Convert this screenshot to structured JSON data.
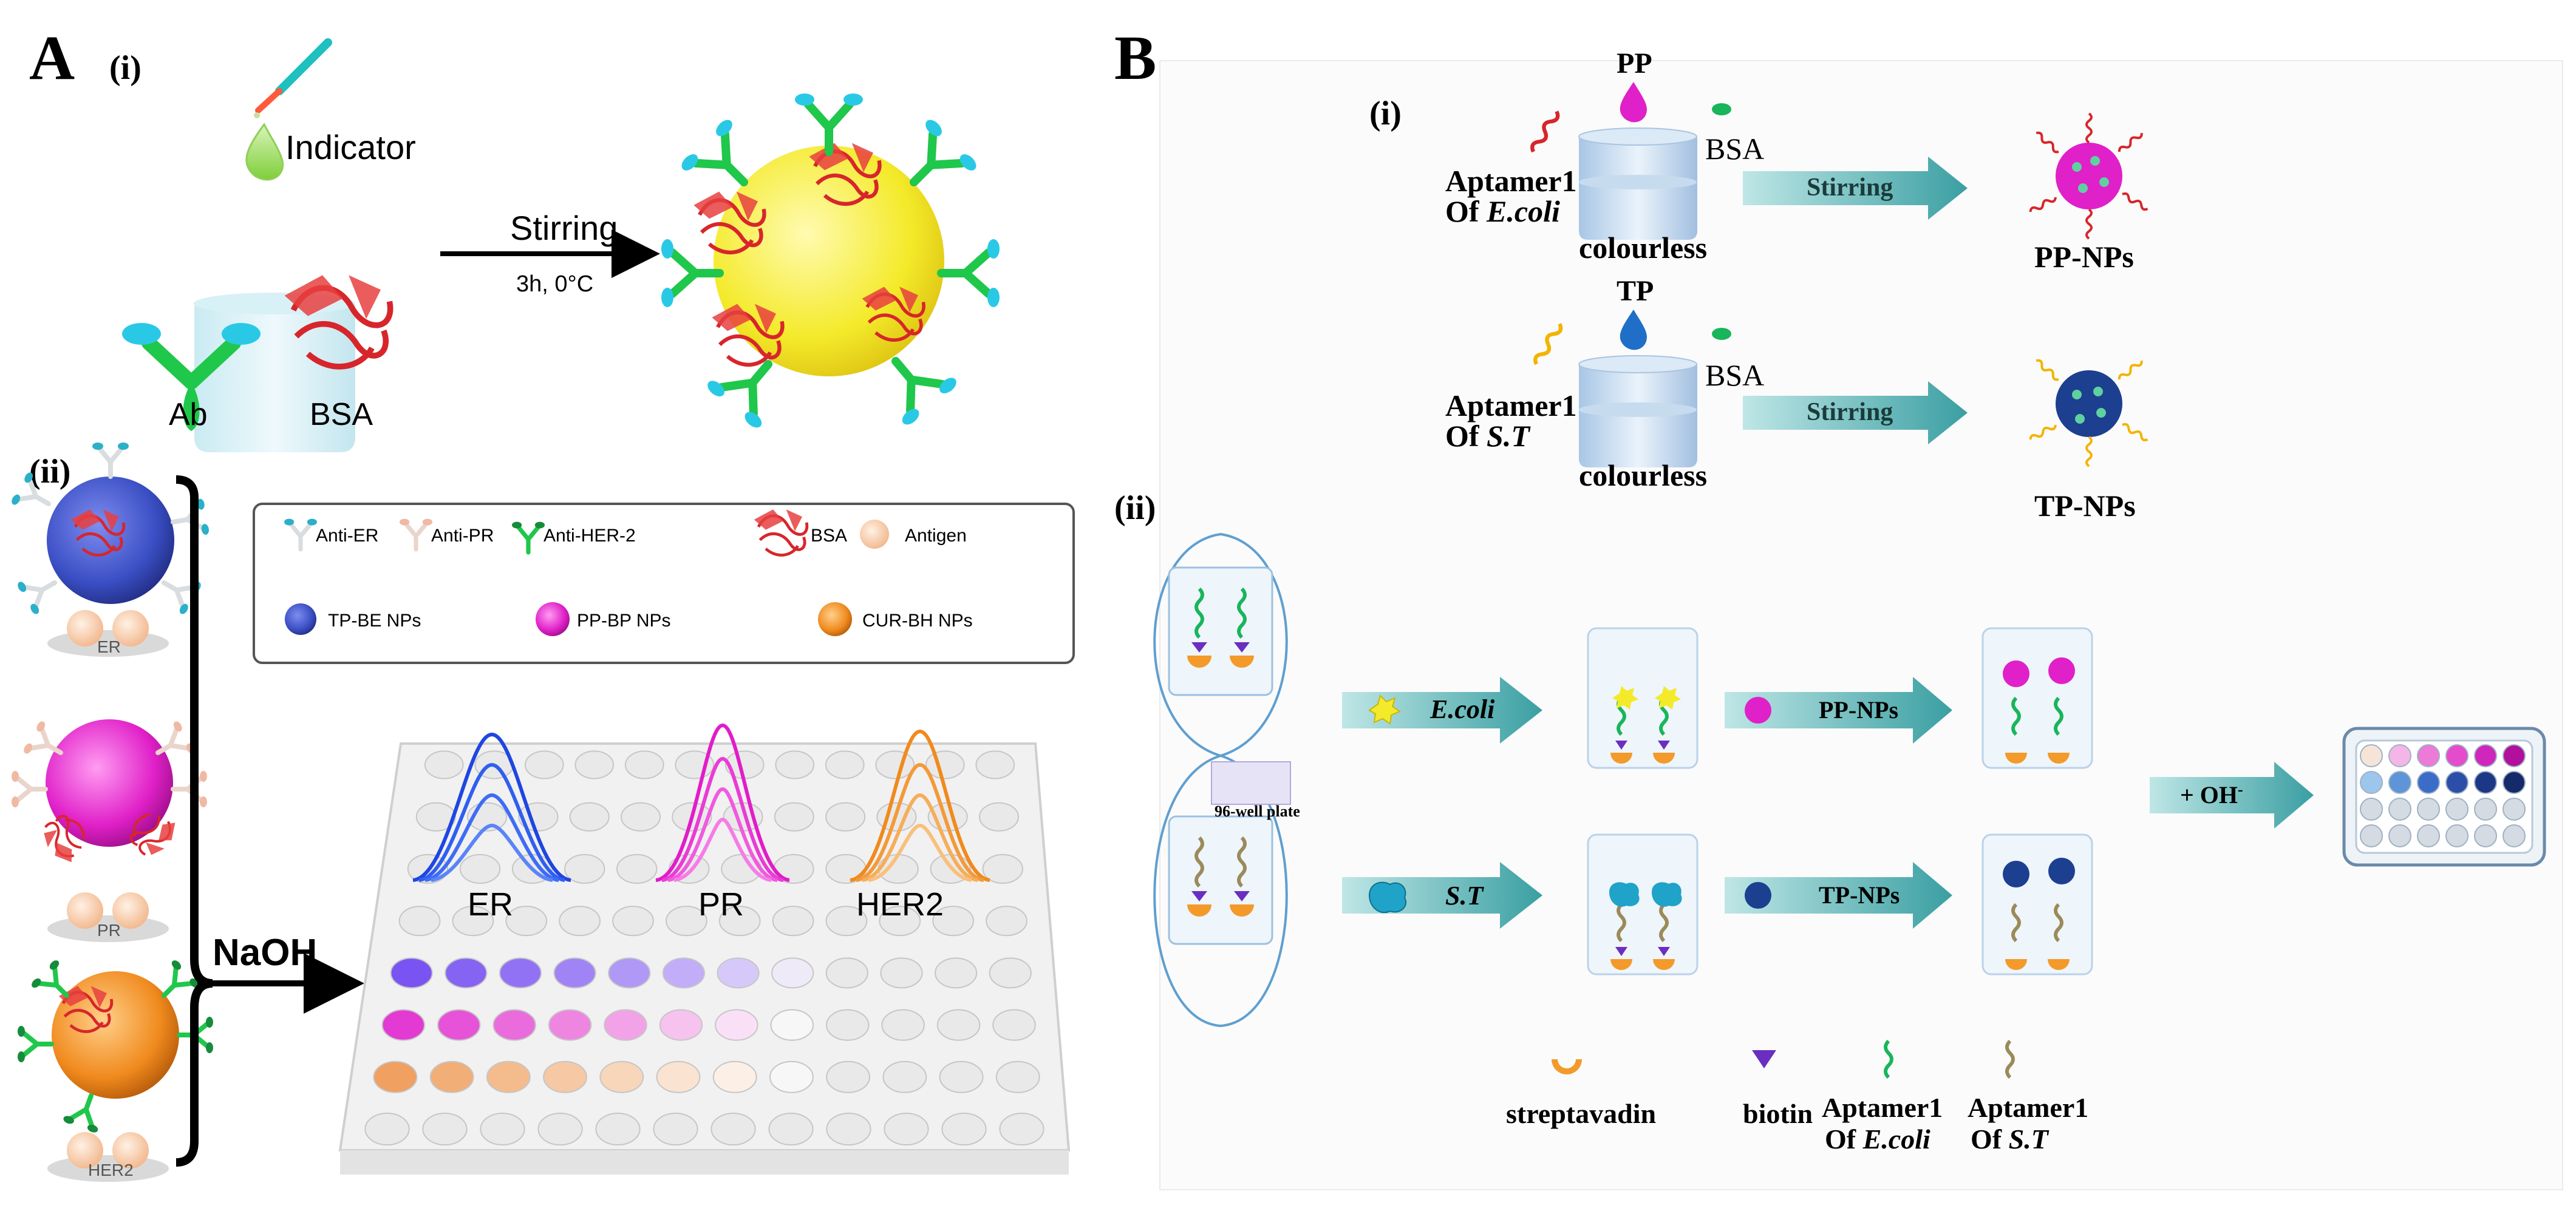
{
  "panelA": {
    "letter": "A",
    "part_i": {
      "label": "(i)",
      "indicator": "Indicator",
      "ab": "Ab",
      "bsa": "BSA",
      "step": "Stirring",
      "cond": "3h, 0°C"
    },
    "part_ii": {
      "label": "(ii)",
      "targets": [
        "ER",
        "PR",
        "HER2"
      ],
      "reagent": "NaOH",
      "legend": {
        "anti_er": "Anti-ER",
        "anti_pr": "Anti-PR",
        "anti_her2": "Anti-HER-2",
        "bsa": "BSA",
        "antigen": "Antigen",
        "tp": "TP-BE NPs",
        "pp": "PP-BP NPs",
        "cur": "CUR-BH NPs"
      },
      "peaks": [
        "ER",
        "PR",
        "HER2"
      ]
    }
  },
  "panelB": {
    "letter": "B",
    "part_i": {
      "label": "(i)",
      "row1": {
        "dye": "PP",
        "bsa": "BSA",
        "aptamer_line1": "Aptamer1",
        "aptamer_of": "Of ",
        "aptamer_species": "E.coli",
        "solvent": "colourless",
        "step": "Stirring",
        "product": "PP-NPs"
      },
      "row2": {
        "dye": "TP",
        "bsa": "BSA",
        "aptamer_line1": "Aptamer1",
        "aptamer_of": "Of ",
        "aptamer_species": "S.T",
        "solvent": "colourless",
        "step": "Stirring",
        "product": "TP-NPs"
      }
    },
    "part_ii": {
      "label": "(ii)",
      "plate": "96-well plate",
      "target1": "E.coli",
      "target2": "S.T",
      "np1": "PP-NPs",
      "np2": "TP-NPs",
      "base": "+ OH",
      "base_sup": "-",
      "key": {
        "streptavidin": "streptavadin",
        "biotin": "biotin",
        "apt1_a": "Aptamer1",
        "apt1_b_of": "Of ",
        "apt1_b_sp": "E.coli",
        "apt2_a": "Aptamer1",
        "apt2_b_of": "Of ",
        "apt2_b_sp": "S.T"
      }
    }
  },
  "colors": {
    "tp": "#3a4fc4",
    "pp": "#e020c8",
    "cur": "#f08a1e",
    "yellow": "#f4ea2a",
    "teal": "#6fc7c7",
    "bsa_red": "#d7262b",
    "ab_green": "#1fc74a",
    "ab_cyan": "#29c9e6"
  }
}
